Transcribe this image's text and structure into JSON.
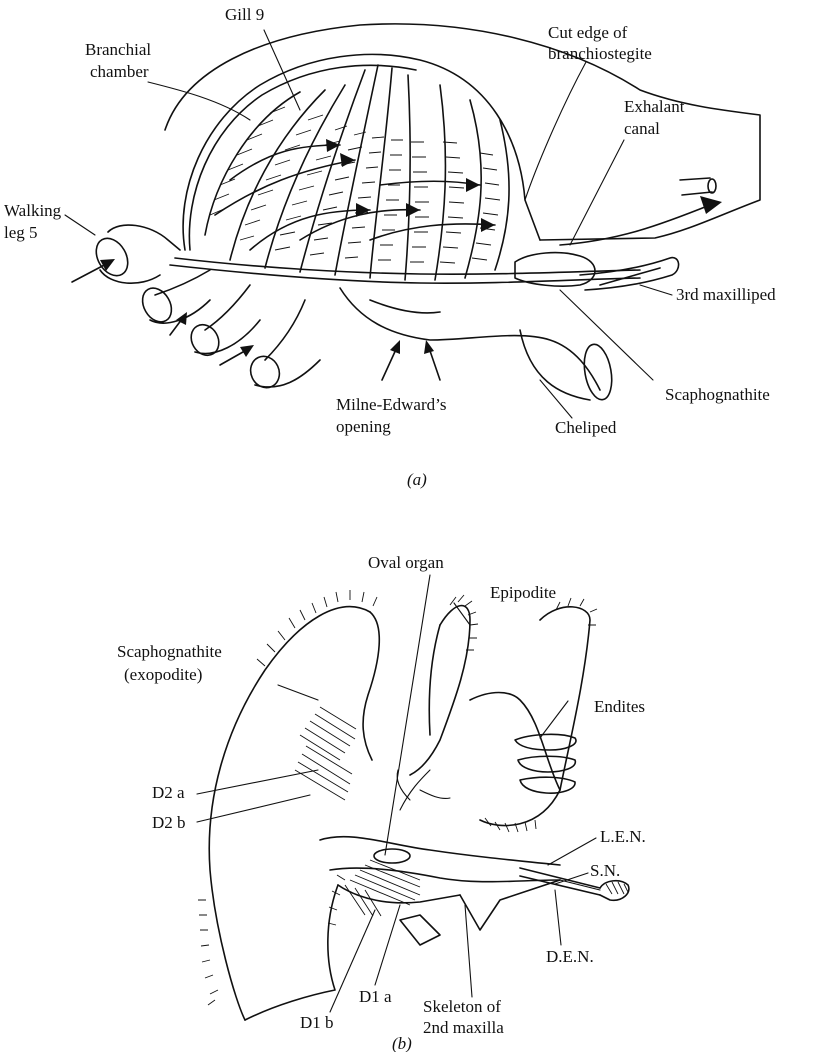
{
  "figure_a": {
    "caption": "(a)",
    "labels": {
      "gill_9": "Gill 9",
      "branchial_chamber_1": "Branchial",
      "branchial_chamber_2": "chamber",
      "cut_edge_1": "Cut edge of",
      "cut_edge_2": "branchiostegite",
      "exhalant_canal_1": "Exhalant",
      "exhalant_canal_2": "canal",
      "walking_leg_1": "Walking",
      "walking_leg_2": "leg 5",
      "maxilliped_3rd": "3rd maxilliped",
      "scaphognathite": "Scaphognathite",
      "milne_edward_1": "Milne-Edward’s",
      "milne_edward_2": "opening",
      "cheliped": "Cheliped"
    }
  },
  "figure_b": {
    "caption": "(b)",
    "labels": {
      "oval_organ": "Oval organ",
      "epipodite": "Epipodite",
      "scaphognathite_1": "Scaphognathite",
      "scaphognathite_2": "(exopodite)",
      "endites": "Endites",
      "d2a": "D2 a",
      "d2b": "D2 b",
      "len": "L.E.N.",
      "sn": "S.N.",
      "den": "D.E.N.",
      "d1a": "D1 a",
      "d1b": "D1 b",
      "skeleton_1": "Skeleton of",
      "skeleton_2": "2nd maxilla"
    }
  }
}
